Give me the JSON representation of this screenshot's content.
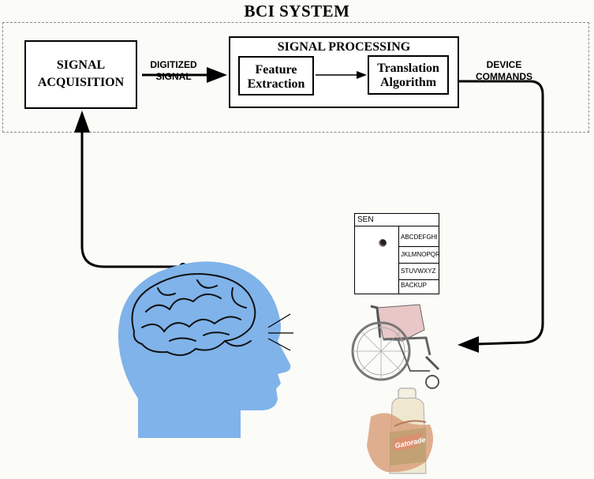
{
  "title": "BCI SYSTEM",
  "acquisition": {
    "line1": "SIGNAL",
    "line2": "ACQUISITION"
  },
  "processing": {
    "title": "SIGNAL PROCESSING",
    "feature": {
      "line1": "Feature",
      "line2": "Extraction"
    },
    "translation": {
      "line1": "Translation",
      "line2": "Algorithm"
    }
  },
  "labels": {
    "digitized": {
      "line1": "DIGITIZED",
      "line2": "SIGNAL"
    },
    "device": {
      "line1": "DEVICE",
      "line2": "COMMANDS"
    }
  },
  "speller": {
    "header": "SEN",
    "rows": [
      "ABCDEFGHI",
      "JKLMNOPQR",
      "STUVWXYZ",
      "BACKUP"
    ]
  },
  "bottle_label": "Gatorade",
  "colors": {
    "head": "#7fb3ea",
    "brain_outline": "#111111",
    "accent_green": "#3da64a"
  }
}
